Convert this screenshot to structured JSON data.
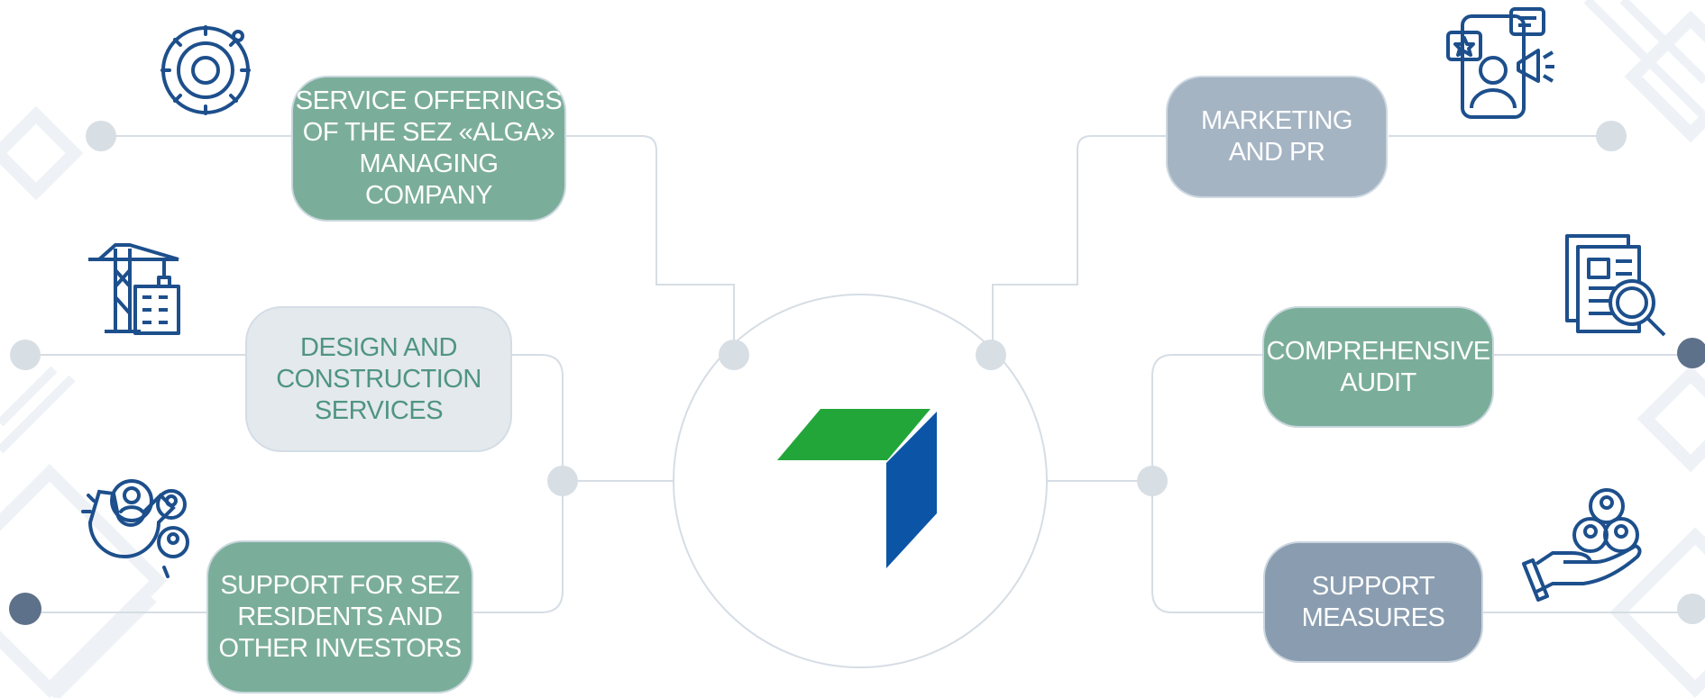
{
  "diagram": {
    "boxes": {
      "service_offerings": {
        "label": "SERVICE OFFERINGS\nOF THE SEZ «ALGA»\nMANAGING\nCOMPANY"
      },
      "design_construction": {
        "label": "DESIGN AND\nCONSTRUCTION\nSERVICES"
      },
      "support_residents": {
        "label": "SUPPORT FOR SEZ\nRESIDENTS AND\nOTHER INVESTORS"
      },
      "marketing_pr": {
        "label": "MARKETING\nAND PR"
      },
      "comprehensive_audit": {
        "label": "COMPREHENSIVE\nAUDIT"
      },
      "support_measures": {
        "label": "SUPPORT\nMEASURES"
      }
    },
    "icons": {
      "gear": "gear-icon",
      "crane": "construction-crane-icon",
      "magnet": "magnet-people-icon",
      "marketing": "smartphone-megaphone-icon",
      "audit": "document-magnifier-icon",
      "support": "hand-holding-people-icon"
    },
    "logo": "alga-logo"
  },
  "colors": {
    "green_box": "#7bae9a",
    "light_box": "#e4e9ee",
    "light_box_text": "#4f9580",
    "grey_box": "#a5b4c3",
    "slate_box": "#8a9db0",
    "connector": "#d6dde4",
    "dot": "#d7dee4",
    "dark_dot": "#5e718a",
    "icon_blue": "#1d4f8c",
    "logo_green": "#22a63a",
    "logo_blue": "#0c55a6"
  }
}
